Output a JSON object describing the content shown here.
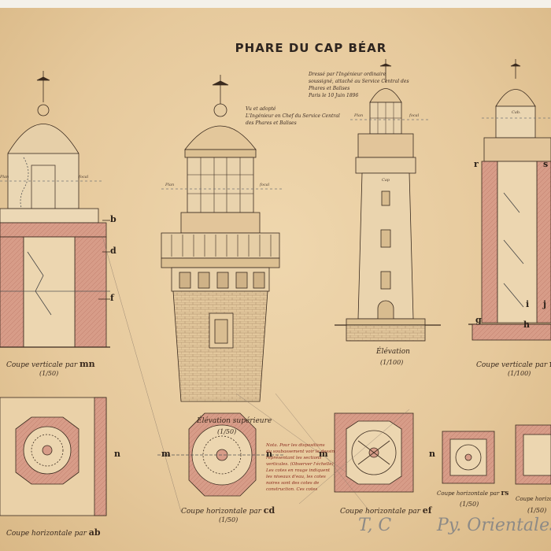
{
  "title": "PHARE DU CAP BÉAR",
  "signature_note": {
    "lines": [
      "Dressé par l'Ingénieur ordinaire",
      "soussigné, attaché au Service Central des",
      "Phares et Balises",
      "Paris le 10 Juin 1896"
    ]
  },
  "approval_note": {
    "lines": [
      "Vu et adopté",
      "L'Ingénieur en Chef du Service Central",
      "des Phares et Balises"
    ]
  },
  "captions": {
    "coupe_mn_left": {
      "text": "Coupe verticale par ",
      "cut": "mn",
      "scale": "(1/50)"
    },
    "elevation_sup": {
      "text": "Élévation supérieure",
      "scale": "(1/50)"
    },
    "elevation": {
      "text": "Élévation",
      "scale": "(1/100)"
    },
    "coupe_mn_right": {
      "text": "Coupe verticale par ",
      "cut": "mn",
      "scale": "(1/100)"
    },
    "coupe_ab": {
      "text": "Coupe horizontale par ",
      "cut": "ab"
    },
    "coupe_cd": {
      "text": "Coupe horizontale par ",
      "cut": "cd",
      "scale": "(1/50)"
    },
    "coupe_ef": {
      "text": "Coupe horizontale par ",
      "cut": "ef"
    },
    "coupe_rs": {
      "text": "Coupe horizontale par ",
      "cut": "rs",
      "scale": "(1/50)"
    },
    "coupe_tu": {
      "text": "Coupe horizontale",
      "scale": "(1/50)"
    }
  },
  "section_letters": {
    "b": "b",
    "d": "d",
    "f": "f",
    "r": "r",
    "s": "s",
    "g": "g",
    "h": "h",
    "i": "i",
    "j": "j",
    "m": "m",
    "n": "n"
  },
  "red_note": {
    "lines": [
      "Nota. Pour les dispositions",
      "du soubassement voir le dessin",
      "représentant les sections",
      "verticales. (Observer l'échelle)",
      "Les cotes en rouge indiquent",
      "les niveaux d'eau, les cotes",
      "noires sont des cotes de",
      "construction. Ces cotes"
    ]
  },
  "labels": {
    "plan": "Plan",
    "focal": "focal",
    "cap": "Cap",
    "cab": "Cab."
  },
  "pencil_marks": {
    "left": "T, C",
    "right": "Py. Orientales"
  },
  "colors": {
    "paper": "#e9cfa4",
    "ink": "#3a2a1e",
    "masonry_section": "#d69a86",
    "red_ink": "#8a2a1e",
    "pencil": "#8d8a86"
  }
}
